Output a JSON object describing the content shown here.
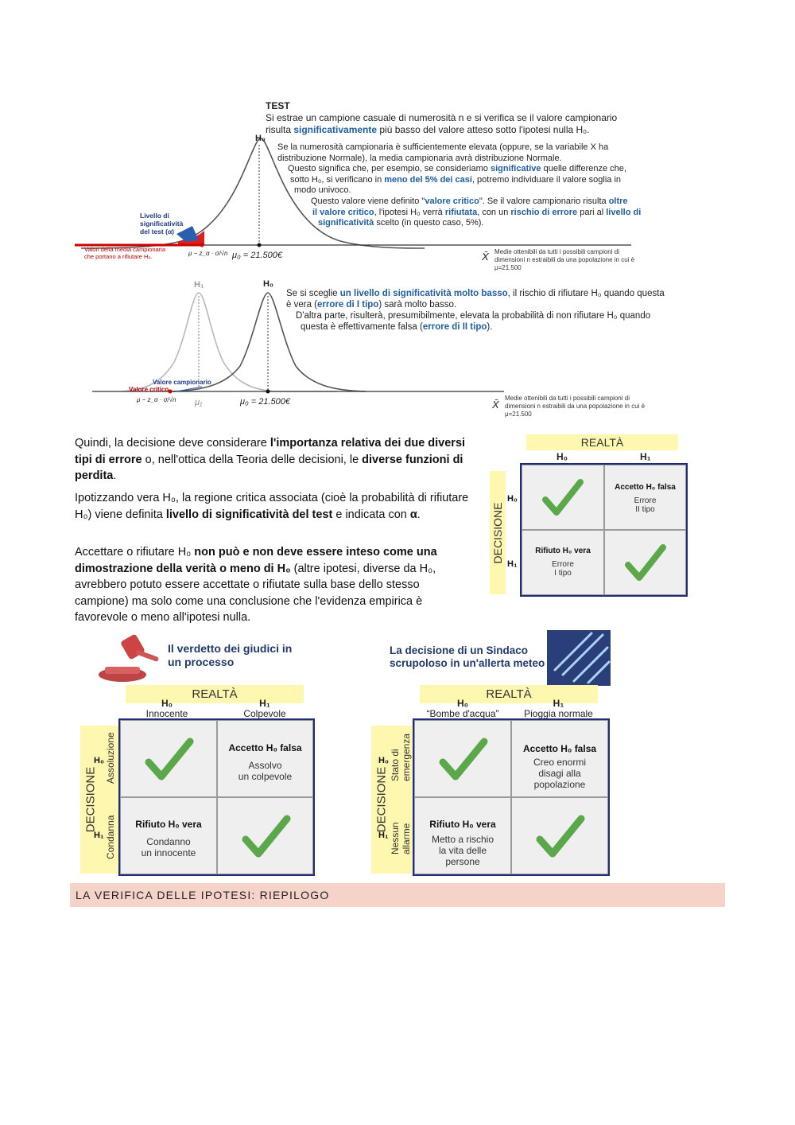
{
  "fig1": {
    "test_title": "TEST",
    "test_line1": "Si estrae un campione casuale di numerosità n e si verifica se il valore campionario",
    "test_line2a": "risulta ",
    "test_line2b": "significativamente",
    "test_line2c": " più basso del valore atteso sotto l'ipotesi nulla H₀.",
    "h0_label": "H₀",
    "p1": "Se la numerosità campionaria è sufficientemente elevata (oppure, se la variabile X ha",
    "p2": "distribuzione Normale), la media campionaria avrà distribuzione Normale.",
    "p3a": "Questo significa che, per esempio, se consideriamo ",
    "p3b": "significative",
    "p3c": " quelle differenze che,",
    "p4a": "sotto H₀, si verificano in ",
    "p4b": "meno del 5% dei casi",
    "p4c": ", potremo individuare il valore soglia in",
    "p5": "modo univoco.",
    "p6a": "Questo valore viene definito \"",
    "p6b": "valore critico",
    "p6c": "\". Se il valore campionario risulta ",
    "p6d": "oltre",
    "p7a": "il valore critico",
    "p7b": ", l'ipotesi H₀ verrà ",
    "p7c": "rifiutata",
    "p7d": ", con un ",
    "p7e": "rischio di errore",
    "p7f": " pari al ",
    "p7g": "livello di",
    "p8a": "significatività",
    "p8b": " scelto (in questo caso, 5%).",
    "alpha_label1": "Livello di",
    "alpha_label2": "significatività",
    "alpha_label3": "del test (α)",
    "reject_note1": "Valori della media campionaria",
    "reject_note2": "che portano a rifiutare H₀.",
    "crit_formula": "μ − z_α · σ/√n",
    "mu0": "μ₀ = 21.500€",
    "xbar": "X̄",
    "axis_note1": "Medie ottenibili da tutti i possibili campioni di",
    "axis_note2": "dimensioni n estraibili da una popolazione in cui è",
    "axis_note3": "μ=21.500"
  },
  "fig2": {
    "h1_label": "H₁",
    "h0_label": "H₀",
    "t1a": "Se si sceglie ",
    "t1b": "un livello di significatività molto basso",
    "t1c": ", il rischio di rifiutare H₀ quando questa",
    "t2a": "è vera (",
    "t2b": "errore di I tipo",
    "t2c": ") sarà molto basso.",
    "t3": "D'altra parte, risulterà, presumibilmente, elevata la probabilità di non rifiutare H₀ quando",
    "t4a": "questa è effettivamente falsa (",
    "t4b": "errore di II tipo",
    "t4c": ").",
    "sample_value": "Valore campionario",
    "critical_value": "Valore critico",
    "crit_formula": "μ − z_α · σ/√n",
    "mu1": "μ₁",
    "mu0": "μ₀ = 21.500€",
    "xbar": "X̄",
    "axis_note1": "Medie ottenibili da tutti i possibili campioni di",
    "axis_note2": "dimensioni n estraibili da una popolazione in cui è",
    "axis_note3": "μ=21.500"
  },
  "para1": {
    "a": "Quindi, la decisione deve considerare ",
    "b": "l'importanza relativa dei due diversi tipi di errore",
    "c": " o, nell'ottica della Teoria delle decisioni, le ",
    "d": "diverse funzioni di perdita",
    "e": "."
  },
  "para2": {
    "a": "Ipotizzando vera H₀, la regione critica associata (cioè la probabilità di rifiutare H₀) viene definita ",
    "b": "livello di significatività del test",
    "c": " e indicata con ",
    "d": "α",
    "e": "."
  },
  "para3": {
    "a": "Accettare o rifiutare H₀ ",
    "b": "non può e non deve essere inteso come una dimostrazione della verità o meno di H₀",
    "c": " (altre ipotesi, diverse da H₀, avrebbero potuto essere accettate o rifiutate sulla base dello stesso campione) ma solo come una conclusione che l'evidenza empirica è favorevole o meno all'ipotesi nulla."
  },
  "matrix_main": {
    "realta": "REALTÀ",
    "decisione": "DECISIONE",
    "col_h0": "H₀",
    "col_h1": "H₁",
    "row_h0": "H₀",
    "row_h1": "H₁",
    "accept_false_title": "Accetto H₀ falsa",
    "accept_false_desc1": "Errore",
    "accept_false_desc2": "II tipo",
    "reject_true_title": "Rifiuto H₀ vera",
    "reject_true_desc1": "Errore",
    "reject_true_desc2": "I tipo"
  },
  "matrix_court": {
    "title1": "Il verdetto dei giudici in",
    "title2": "un processo",
    "realta": "REALTÀ",
    "decisione": "DECISIONE",
    "col_h0": "H₀",
    "col_h0_sub": "Innocente",
    "col_h1": "H₁",
    "col_h1_sub": "Colpevole",
    "row_h0": "H₀",
    "row_h0_sub": "Assoluzione",
    "row_h1": "H₁",
    "row_h1_sub": "Condanna",
    "accept_false_title": "Accetto H₀ falsa",
    "accept_false_desc1": "Assolvo",
    "accept_false_desc2": "un colpevole",
    "reject_true_title": "Rifiuto H₀ vera",
    "reject_true_desc1": "Condanno",
    "reject_true_desc2": "un innocente"
  },
  "matrix_mayor": {
    "title1": "La decisione di un Sindaco",
    "title2": "scrupoloso in un'allerta meteo",
    "realta": "REALTÀ",
    "decisione": "DECISIONE",
    "col_h0": "H₀",
    "col_h0_sub": "“Bombe d'acqua”",
    "col_h1": "H₁",
    "col_h1_sub": "Pioggia normale",
    "row_h0": "H₀",
    "row_h0_sub1": "Stato di",
    "row_h0_sub2": "emergenza",
    "row_h1": "H₁",
    "row_h1_sub1": "Nessun",
    "row_h1_sub2": "allarme",
    "accept_false_title": "Accetto H₀ falsa",
    "accept_false_desc1": "Creo enormi",
    "accept_false_desc2": "disagi alla",
    "accept_false_desc3": "popolazione",
    "reject_true_title": "Rifiuto H₀ vera",
    "reject_true_desc1": "Metto a rischio",
    "reject_true_desc2": "la vita delle",
    "reject_true_desc3": "persone"
  },
  "section_heading": "LA VERIFICA DELLE IPOTESI: RIEPILOGO",
  "colors": {
    "accent_blue": "#1f5fa0",
    "navy": "#1f2c7a",
    "check_green": "#5aa84a",
    "highlight_yellow": "#fdf7b0",
    "section_bg": "#f6d3c9",
    "reject_red": "#cc1111"
  }
}
